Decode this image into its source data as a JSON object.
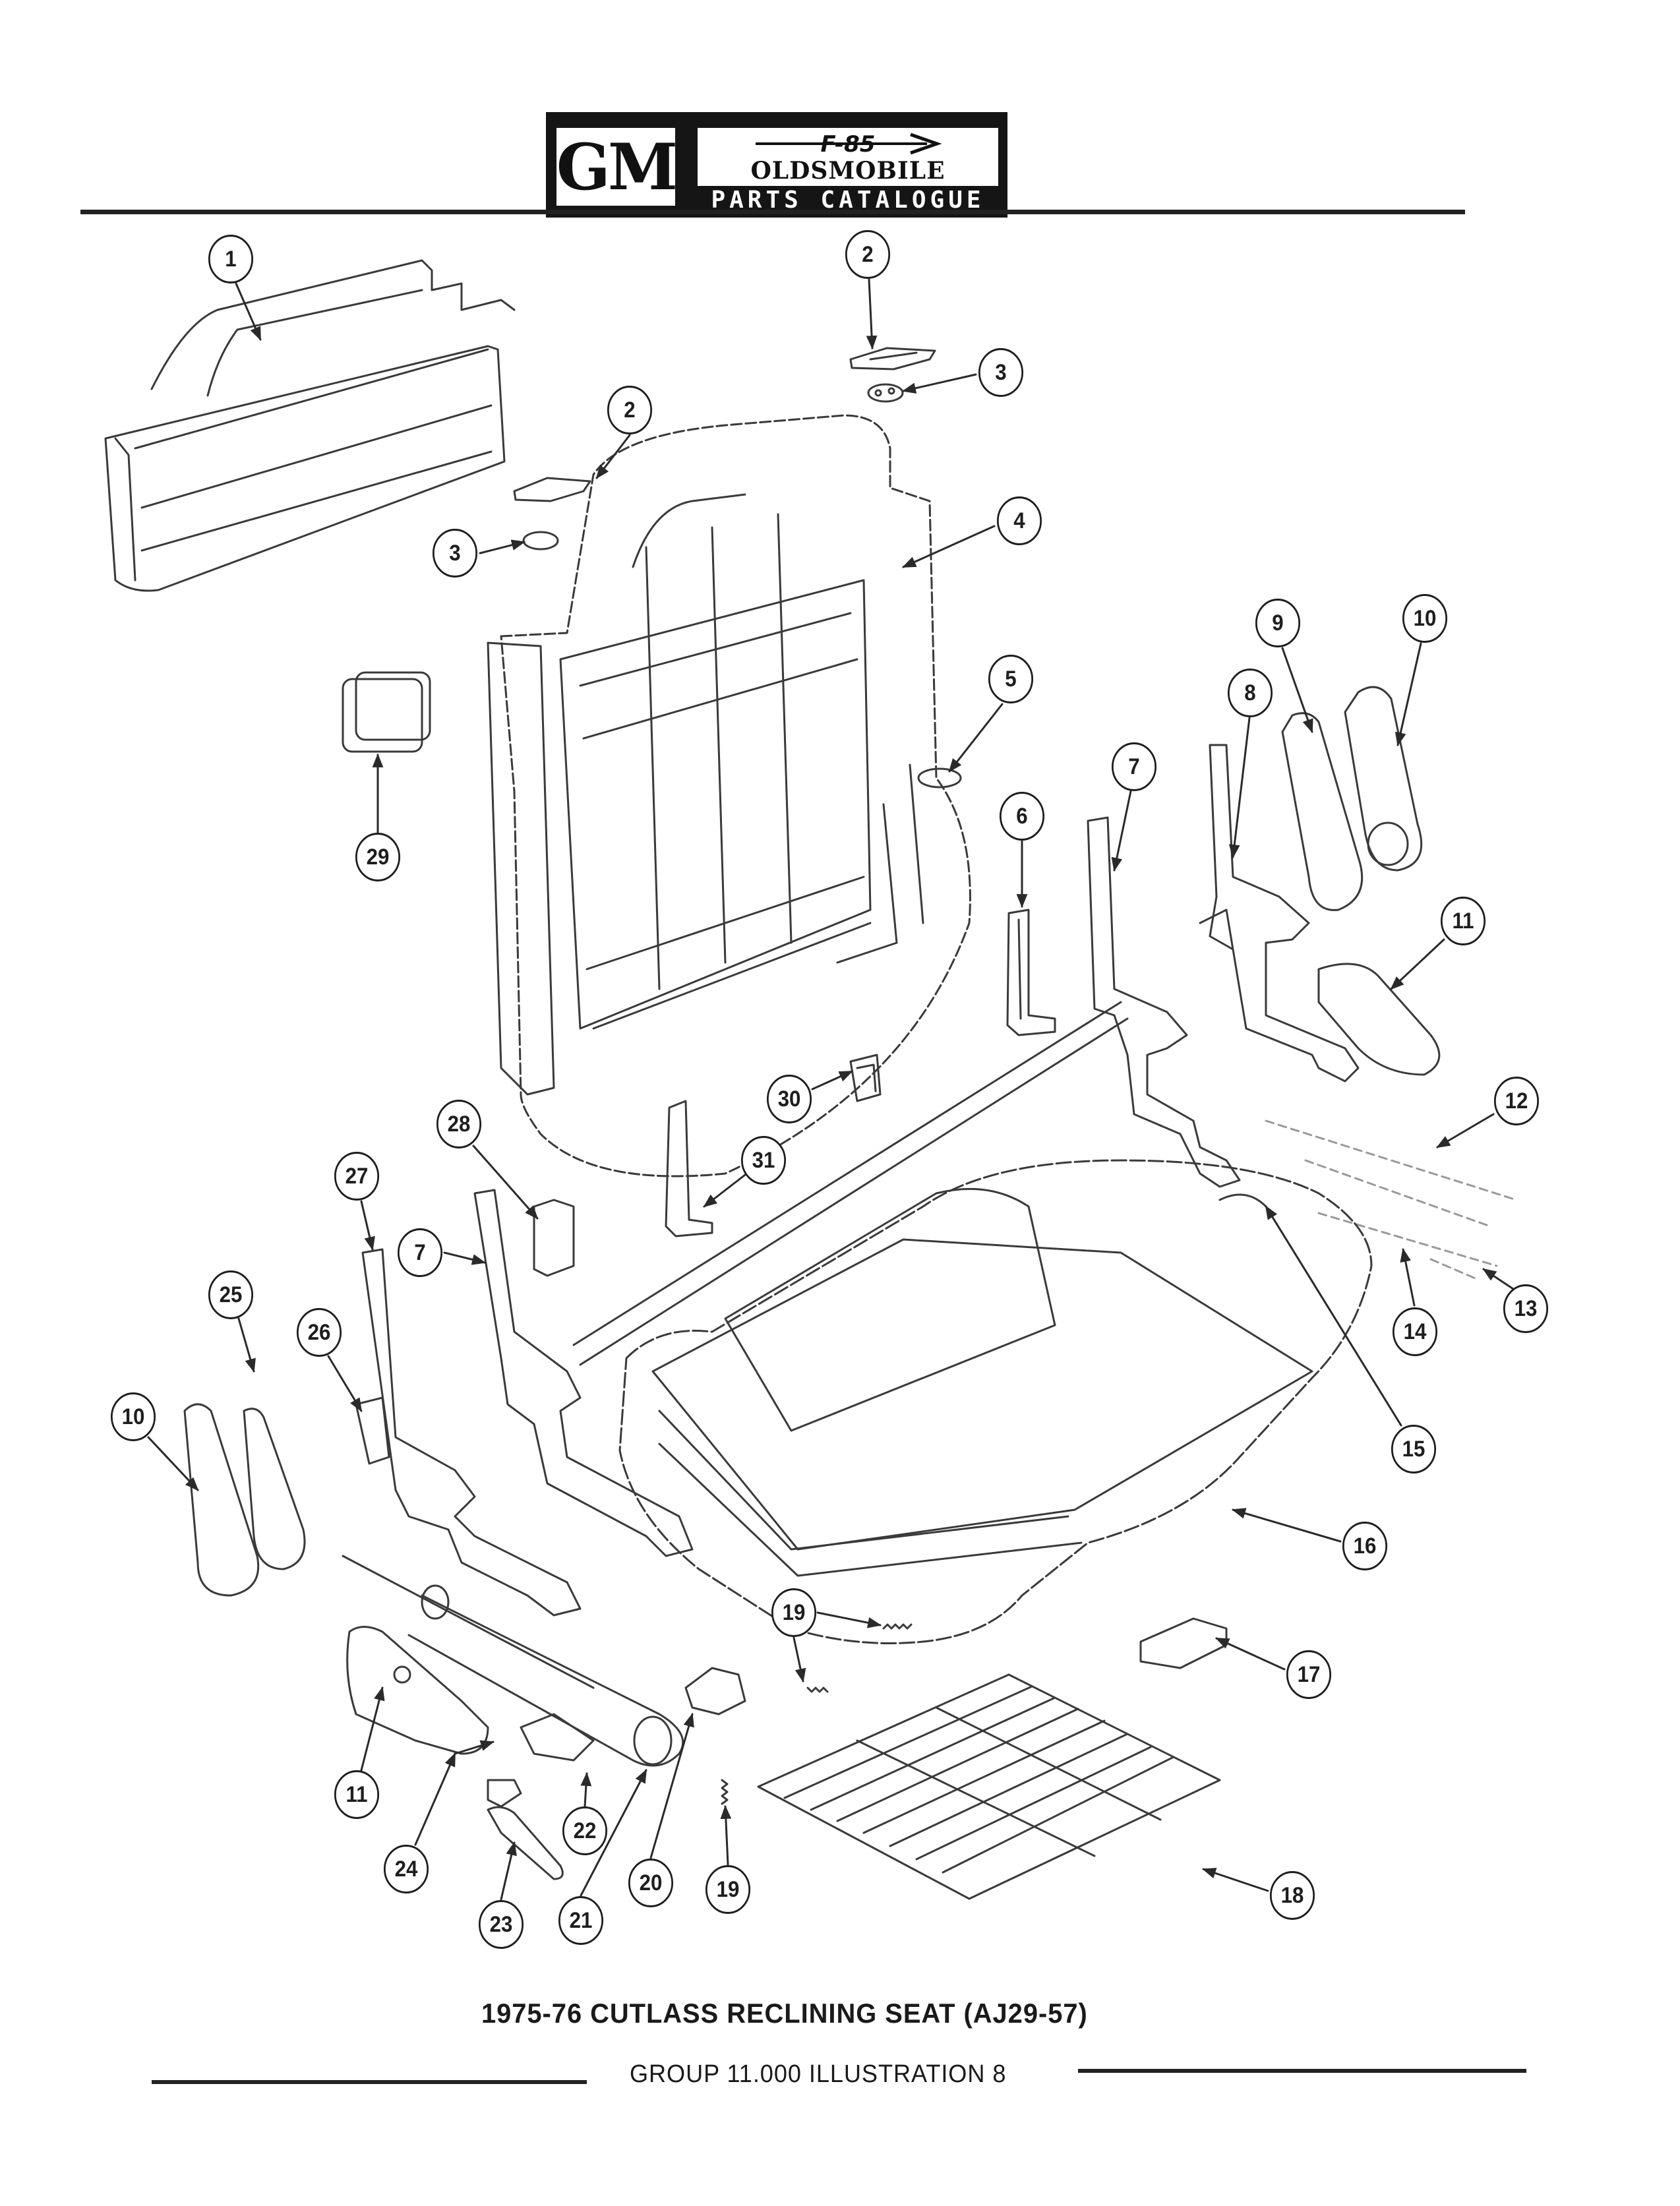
{
  "header": {
    "logo_gm": "GM",
    "logo_model": "F-85",
    "logo_brand": "OLDSMOBILE",
    "logo_subtitle": "PARTS CATALOGUE"
  },
  "callouts": [
    {
      "id": "c1",
      "label": "1"
    },
    {
      "id": "c2a",
      "label": "2"
    },
    {
      "id": "c3a",
      "label": "3"
    },
    {
      "id": "c2b",
      "label": "2"
    },
    {
      "id": "c3b",
      "label": "3"
    },
    {
      "id": "c4",
      "label": "4"
    },
    {
      "id": "c5",
      "label": "5"
    },
    {
      "id": "c6",
      "label": "6"
    },
    {
      "id": "c7a",
      "label": "7"
    },
    {
      "id": "c8",
      "label": "8"
    },
    {
      "id": "c9",
      "label": "9"
    },
    {
      "id": "c10a",
      "label": "10"
    },
    {
      "id": "c11a",
      "label": "11"
    },
    {
      "id": "c12",
      "label": "12"
    },
    {
      "id": "c13",
      "label": "13"
    },
    {
      "id": "c14",
      "label": "14"
    },
    {
      "id": "c15",
      "label": "15"
    },
    {
      "id": "c16",
      "label": "16"
    },
    {
      "id": "c17",
      "label": "17"
    },
    {
      "id": "c18",
      "label": "18"
    },
    {
      "id": "c19a",
      "label": "19"
    },
    {
      "id": "c19b",
      "label": "19"
    },
    {
      "id": "c20",
      "label": "20"
    },
    {
      "id": "c21",
      "label": "21"
    },
    {
      "id": "c22",
      "label": "22"
    },
    {
      "id": "c23",
      "label": "23"
    },
    {
      "id": "c24",
      "label": "24"
    },
    {
      "id": "c11b",
      "label": "11"
    },
    {
      "id": "c10b",
      "label": "10"
    },
    {
      "id": "c25",
      "label": "25"
    },
    {
      "id": "c26",
      "label": "26"
    },
    {
      "id": "c27",
      "label": "27"
    },
    {
      "id": "c7b",
      "label": "7"
    },
    {
      "id": "c28",
      "label": "28"
    },
    {
      "id": "c29",
      "label": "29"
    },
    {
      "id": "c30",
      "label": "30"
    },
    {
      "id": "c31",
      "label": "31"
    }
  ],
  "caption": "1975-76 CUTLASS  RECLINING  SEAT  (AJ29-57)",
  "footer": "GROUP 11.000 ILLUSTRATION  8"
}
